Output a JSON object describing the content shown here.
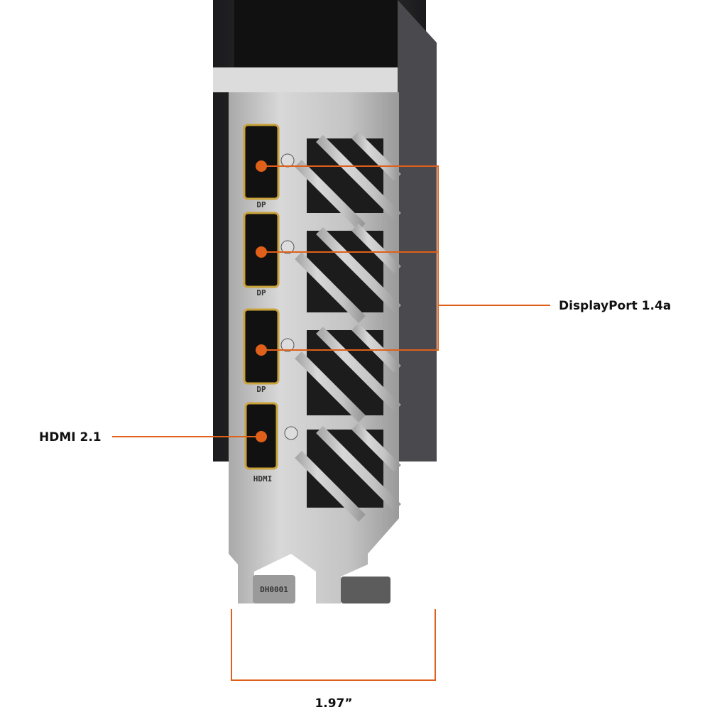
{
  "colors": {
    "callout": "#e0601a",
    "bracket": "#c9c9c9",
    "card_body": "#2a2a2c",
    "port_gold": "#c9a23a"
  },
  "ports": [
    {
      "type": "DisplayPort",
      "etched_label": "DP"
    },
    {
      "type": "DisplayPort",
      "etched_label": "DP"
    },
    {
      "type": "DisplayPort",
      "etched_label": "DP"
    },
    {
      "type": "HDMI",
      "etched_label": "HDMI"
    }
  ],
  "callouts": {
    "displayport": "DisplayPort 1.4a",
    "hdmi": "HDMI 2.1"
  },
  "bracket_code": "DH0001",
  "dimension": {
    "width_label": "1.97”"
  }
}
